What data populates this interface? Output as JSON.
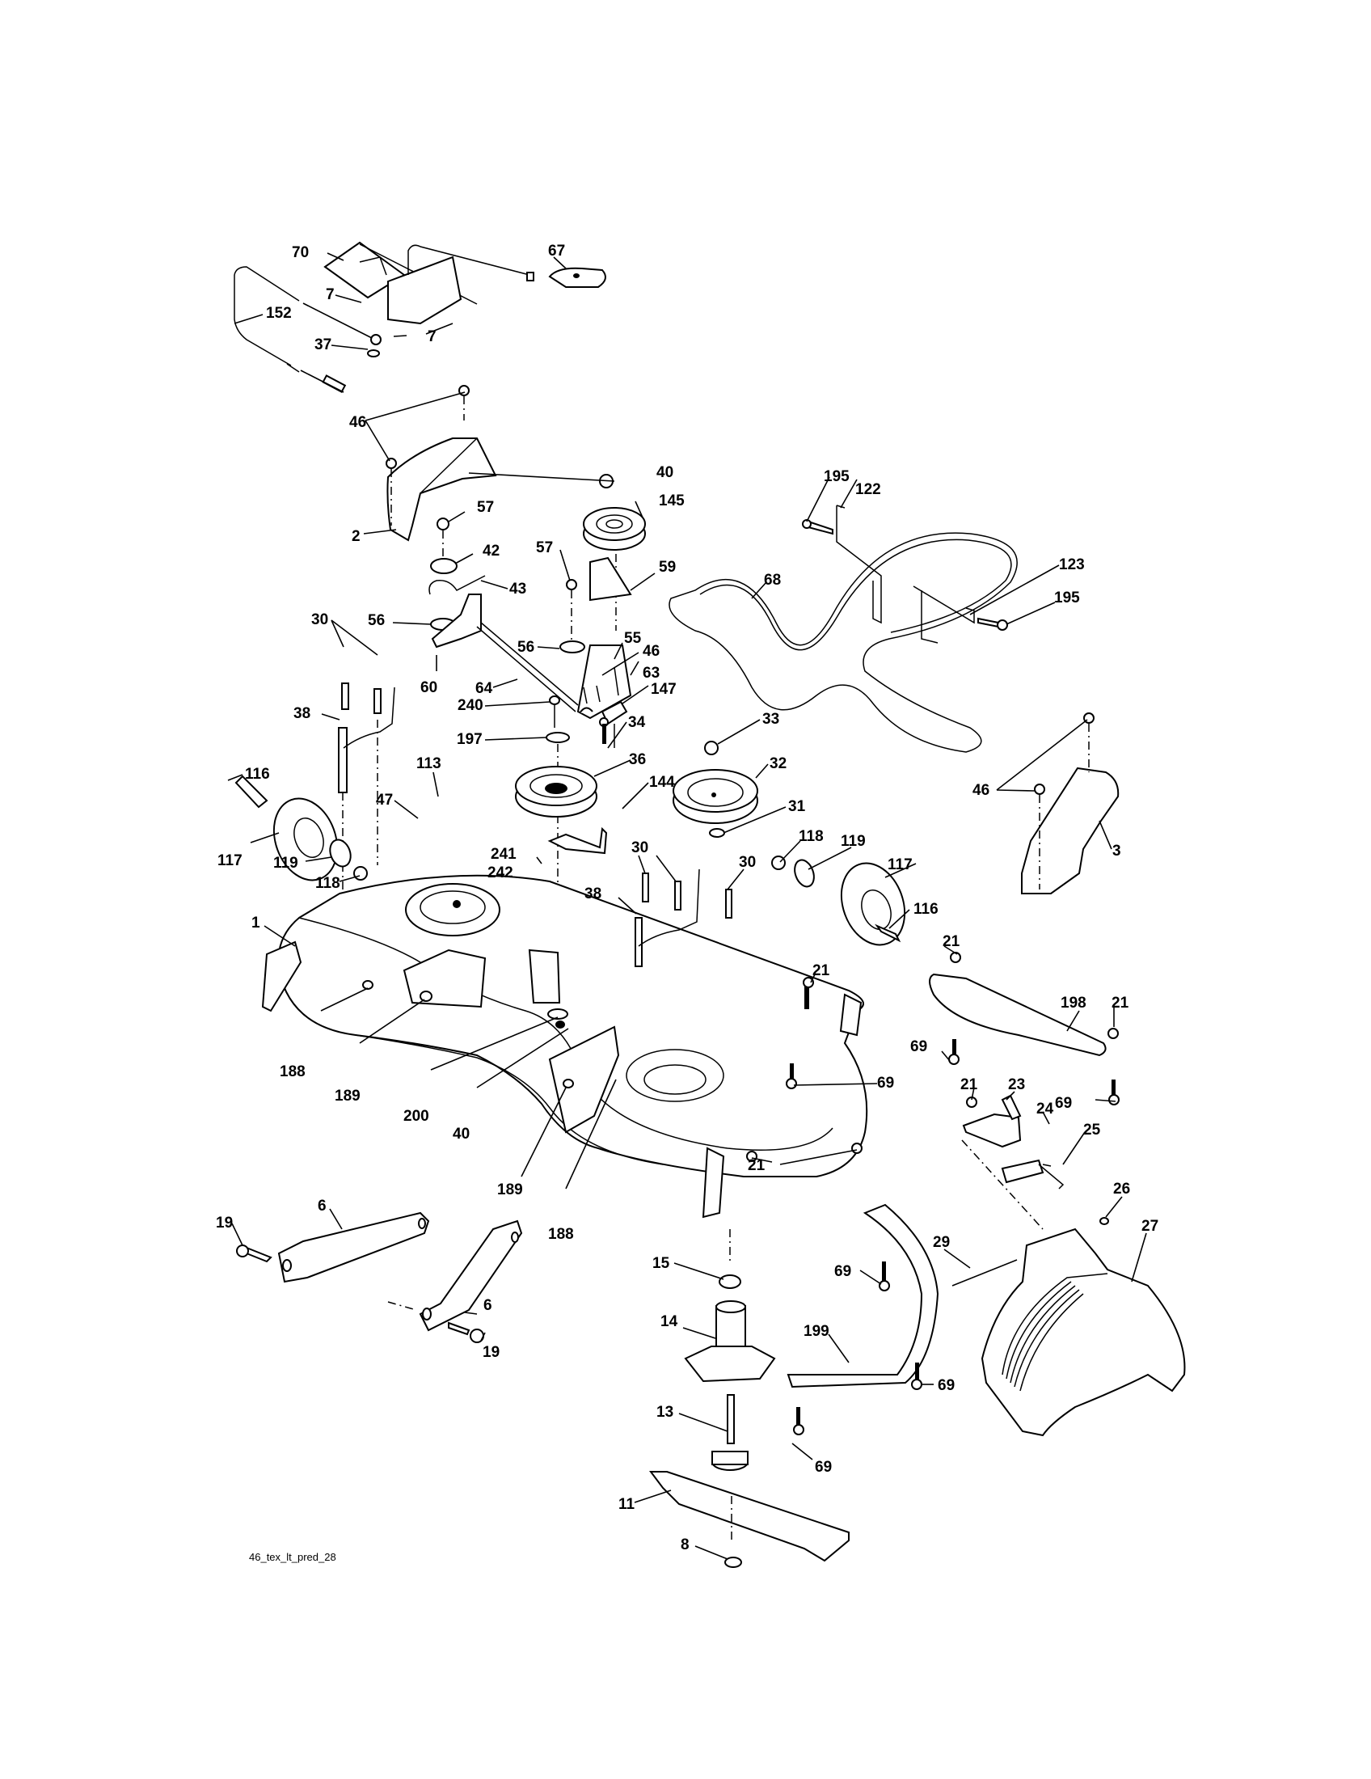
{
  "diagram": {
    "title": "Mower deck exploded parts diagram",
    "caption": "46_tex_lt_pred_28",
    "callouts": [
      {
        "id": "c70",
        "label": "70",
        "part": "deck lift lever bracket"
      },
      {
        "id": "c67",
        "label": "67",
        "part": "lift handle grip"
      },
      {
        "id": "c7a",
        "label": "7",
        "part": "screw"
      },
      {
        "id": "c7b",
        "label": "7",
        "part": "screw"
      },
      {
        "id": "c152",
        "label": "152",
        "part": "engagement cable"
      },
      {
        "id": "c37",
        "label": "37",
        "part": "washer"
      },
      {
        "id": "c46a",
        "label": "46",
        "part": "screw"
      },
      {
        "id": "c2",
        "label": "2",
        "part": "belt guard left"
      },
      {
        "id": "c40a",
        "label": "40",
        "part": "nut"
      },
      {
        "id": "c145",
        "label": "145",
        "part": "idler pulley"
      },
      {
        "id": "c57a",
        "label": "57",
        "part": "bolt"
      },
      {
        "id": "c42",
        "label": "42",
        "part": "bushing"
      },
      {
        "id": "c43",
        "label": "43",
        "part": "spring"
      },
      {
        "id": "c57b",
        "label": "57",
        "part": "bolt"
      },
      {
        "id": "c59",
        "label": "59",
        "part": "belt keeper"
      },
      {
        "id": "c56a",
        "label": "56",
        "part": "washer"
      },
      {
        "id": "c56b",
        "label": "56",
        "part": "washer"
      },
      {
        "id": "c30a",
        "label": "30",
        "part": "bolt"
      },
      {
        "id": "c60",
        "label": "60",
        "part": "idler arm"
      },
      {
        "id": "c64",
        "label": "64",
        "part": "rod"
      },
      {
        "id": "c55",
        "label": "55",
        "part": "idler bracket"
      },
      {
        "id": "c46b",
        "label": "46",
        "part": "screw"
      },
      {
        "id": "c63",
        "label": "63",
        "part": "stop"
      },
      {
        "id": "c147",
        "label": "147",
        "part": "spring"
      },
      {
        "id": "c38a",
        "label": "38",
        "part": "deck hanger"
      },
      {
        "id": "c240",
        "label": "240",
        "part": "bolt"
      },
      {
        "id": "c34",
        "label": "34",
        "part": "bolt"
      },
      {
        "id": "c197",
        "label": "197",
        "part": "washer"
      },
      {
        "id": "c33",
        "label": "33",
        "part": "nut"
      },
      {
        "id": "c36",
        "label": "36",
        "part": "idler pulley"
      },
      {
        "id": "c32",
        "label": "32",
        "part": "spindle pulley"
      },
      {
        "id": "c116a",
        "label": "116",
        "part": "gauge wheel bolt"
      },
      {
        "id": "c113",
        "label": "113",
        "part": "bolt"
      },
      {
        "id": "c144",
        "label": "144",
        "part": "belt keeper"
      },
      {
        "id": "c31",
        "label": "31",
        "part": "washer"
      },
      {
        "id": "c47",
        "label": "47",
        "part": "bracket"
      },
      {
        "id": "c117a",
        "label": "117",
        "part": "gauge wheel"
      },
      {
        "id": "c119a",
        "label": "119",
        "part": "washer"
      },
      {
        "id": "c241",
        "label": "241",
        "part": "screw"
      },
      {
        "id": "c242",
        "label": "242",
        "part": "spacer"
      },
      {
        "id": "c118a",
        "label": "118",
        "part": "nut"
      },
      {
        "id": "c30b",
        "label": "30",
        "part": "bolt"
      },
      {
        "id": "c118b",
        "label": "118",
        "part": "nut"
      },
      {
        "id": "c119b",
        "label": "119",
        "part": "washer"
      },
      {
        "id": "c30c",
        "label": "30",
        "part": "bolt"
      },
      {
        "id": "c38b",
        "label": "38",
        "part": "deck hanger"
      },
      {
        "id": "c117b",
        "label": "117",
        "part": "gauge wheel"
      },
      {
        "id": "c116b",
        "label": "116",
        "part": "gauge wheel bolt"
      },
      {
        "id": "c1",
        "label": "1",
        "part": "mower deck housing"
      },
      {
        "id": "c68",
        "label": "68",
        "part": "v-belt"
      },
      {
        "id": "c195a",
        "label": "195",
        "part": "screw"
      },
      {
        "id": "c122",
        "label": "122",
        "part": "belt guide"
      },
      {
        "id": "c123",
        "label": "123",
        "part": "belt guide"
      },
      {
        "id": "c195b",
        "label": "195",
        "part": "screw"
      },
      {
        "id": "c46c",
        "label": "46",
        "part": "screw"
      },
      {
        "id": "c3",
        "label": "3",
        "part": "belt guard right"
      },
      {
        "id": "c21a",
        "label": "21",
        "part": "nut"
      },
      {
        "id": "c21b",
        "label": "21",
        "part": "nut"
      },
      {
        "id": "c198",
        "label": "198",
        "part": "baffle"
      },
      {
        "id": "c21c",
        "label": "21",
        "part": "nut"
      },
      {
        "id": "c69a",
        "label": "69",
        "part": "bolt"
      },
      {
        "id": "c188a",
        "label": "188",
        "part": "pin"
      },
      {
        "id": "c189a",
        "label": "189",
        "part": "nut"
      },
      {
        "id": "c200",
        "label": "200",
        "part": "washer"
      },
      {
        "id": "c40b",
        "label": "40",
        "part": "nut"
      },
      {
        "id": "c69b",
        "label": "69",
        "part": "bolt"
      },
      {
        "id": "c21d",
        "label": "21",
        "part": "nut"
      },
      {
        "id": "c23",
        "label": "23",
        "part": "chute bracket"
      },
      {
        "id": "c69c",
        "label": "69",
        "part": "bolt"
      },
      {
        "id": "c24",
        "label": "24",
        "part": "pin"
      },
      {
        "id": "c25",
        "label": "25",
        "part": "spring"
      },
      {
        "id": "c21e",
        "label": "21",
        "part": "nut"
      },
      {
        "id": "c189b",
        "label": "189",
        "part": "nut"
      },
      {
        "id": "c188b",
        "label": "188",
        "part": "pin"
      },
      {
        "id": "c26",
        "label": "26",
        "part": "clip"
      },
      {
        "id": "c27",
        "label": "27",
        "part": "discharge chute"
      },
      {
        "id": "c19a",
        "label": "19",
        "part": "bolt"
      },
      {
        "id": "c6a",
        "label": "6",
        "part": "deck link"
      },
      {
        "id": "c15",
        "label": "15",
        "part": "bearing"
      },
      {
        "id": "c69d",
        "label": "69",
        "part": "bolt"
      },
      {
        "id": "c29",
        "label": "29",
        "part": "rod"
      },
      {
        "id": "c6b",
        "label": "6",
        "part": "deck link"
      },
      {
        "id": "c14",
        "label": "14",
        "part": "spindle housing"
      },
      {
        "id": "c19b",
        "label": "19",
        "part": "bolt"
      },
      {
        "id": "c199",
        "label": "199",
        "part": "baffle"
      },
      {
        "id": "c69e",
        "label": "69",
        "part": "bolt"
      },
      {
        "id": "c13",
        "label": "13",
        "part": "spindle shaft"
      },
      {
        "id": "c69f",
        "label": "69",
        "part": "bolt"
      },
      {
        "id": "c11",
        "label": "11",
        "part": "blade"
      },
      {
        "id": "c8",
        "label": "8",
        "part": "blade bolt"
      }
    ]
  }
}
